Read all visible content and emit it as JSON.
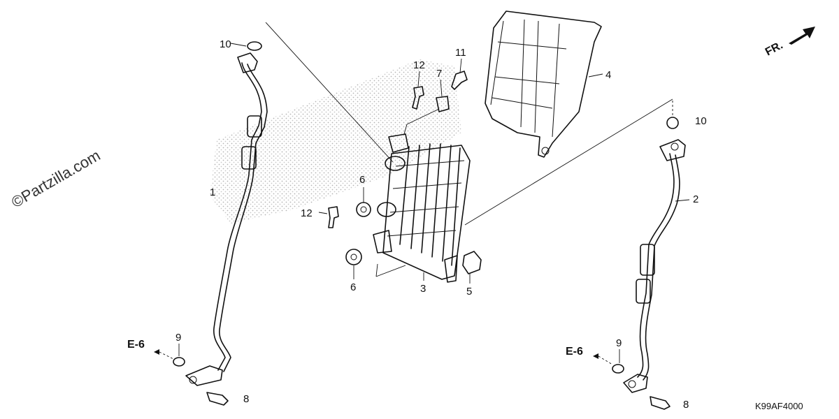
{
  "watermark": "©Partzilla.com",
  "diagram_code": "K99AF4000",
  "direction_label": "FR.",
  "callouts": [
    {
      "id": "c10a",
      "label": "10"
    },
    {
      "id": "c1",
      "label": "1"
    },
    {
      "id": "c12a",
      "label": "12"
    },
    {
      "id": "c7",
      "label": "7"
    },
    {
      "id": "c11",
      "label": "11"
    },
    {
      "id": "c4",
      "label": "4"
    },
    {
      "id": "c6a",
      "label": "6"
    },
    {
      "id": "c12b",
      "label": "12"
    },
    {
      "id": "c6b",
      "label": "6"
    },
    {
      "id": "c3",
      "label": "3"
    },
    {
      "id": "c5",
      "label": "5"
    },
    {
      "id": "c10b",
      "label": "10"
    },
    {
      "id": "c2",
      "label": "2"
    },
    {
      "id": "c9a",
      "label": "9"
    },
    {
      "id": "c8a",
      "label": "8"
    },
    {
      "id": "c9b",
      "label": "9"
    },
    {
      "id": "c8b",
      "label": "8"
    }
  ],
  "references": [
    {
      "id": "e6a",
      "label": "E-6"
    },
    {
      "id": "e6b",
      "label": "E-6"
    }
  ]
}
